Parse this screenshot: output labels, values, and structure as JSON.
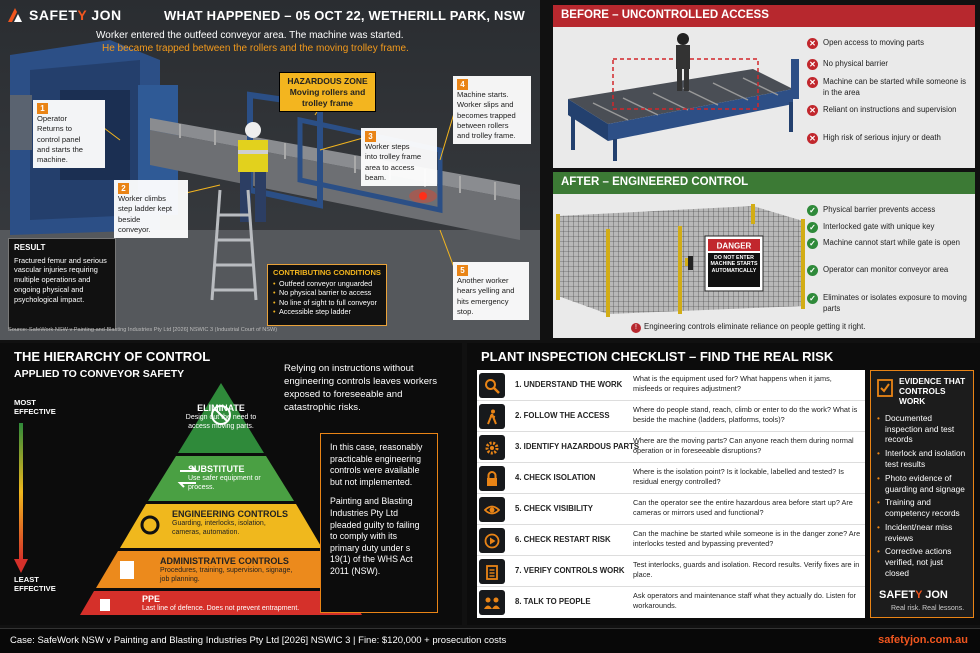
{
  "brand": {
    "name_a": "SAFET",
    "name_b": "Y",
    "name_c": " JON",
    "tagline": "Real risk. Real lessons.",
    "accent": "#f0561f"
  },
  "scene": {
    "title": "WHAT HAPPENED – 05 OCT 22, WETHERILL PARK, NSW",
    "sub1": "Worker entered the outfeed conveyor area. The machine was started.",
    "sub2": "He became trapped between the rollers and the moving trolley frame.",
    "hazard": {
      "line1": "HAZARDOUS ZONE",
      "line2": "Moving rollers and",
      "line3": "trolley frame"
    },
    "callouts": [
      {
        "num": "1",
        "text": "Operator Returns to control panel and starts the machine."
      },
      {
        "num": "2",
        "text": "Worker climbs step ladder kept beside conveyor."
      },
      {
        "num": "3",
        "text": "Worker steps into trolley frame area to access beam."
      },
      {
        "num": "4",
        "text": "Machine starts. Worker slips and becomes trapped between rollers and trolley frame."
      },
      {
        "num": "5",
        "text": "Another worker hears yelling and hits emergency stop."
      }
    ],
    "result": {
      "heading": "RESULT",
      "text": "Fractured femur and serious vascular injuries requiring multiple operations and ongoing physical and psychological impact."
    },
    "contributing": {
      "heading": "CONTRIBUTING CONDITIONS",
      "items": [
        "Outfeed conveyor unguarded",
        "No physical barrier to access",
        "No line of sight to full conveyor",
        "Accessible step ladder"
      ]
    },
    "source": "Source: SafeWork NSW v Painting and Blasting Industries Pty Ltd [2026] NSWIC 3 (Industrial Court of NSW)"
  },
  "before": {
    "heading": "BEFORE – UNCONTROLLED ACCESS",
    "items": [
      "Open access to moving parts",
      "No physical barrier",
      "Machine can be started while someone is in the area",
      "Reliant on instructions and supervision",
      "High risk of serious injury or death"
    ]
  },
  "after": {
    "heading": "AFTER – ENGINEERED CONTROL",
    "items": [
      "Physical barrier prevents access",
      "Interlocked gate with unique key",
      "Machine cannot start while gate is open",
      "Operator can monitor conveyor area",
      "Eliminates or isolates exposure to moving parts"
    ],
    "sign_title": "DANGER",
    "sign_text": "DO NOT ENTER MACHINE STARTS AUTOMATICALLY",
    "footer": "Engineering controls eliminate reliance on people getting it right."
  },
  "hierarchy": {
    "title1": "THE HIERARCHY OF CONTROL",
    "title2": "APPLIED TO CONVEYOR SAFETY",
    "most": "MOST EFFECTIVE",
    "least": "LEAST EFFECTIVE",
    "levels": [
      {
        "name": "ELIMINATE",
        "desc": "Design out the need to access moving parts.",
        "color": "#2f8a3a"
      },
      {
        "name": "SUBSTITUTE",
        "desc": "Use safer equipment or process.",
        "color": "#4aa043"
      },
      {
        "name": "ENGINEERING CONTROLS",
        "desc": "Guarding, interlocks, isolation, cameras, automation.",
        "color": "#f0b81d"
      },
      {
        "name": "ADMINISTRATIVE CONTROLS",
        "desc": "Procedures, training, supervision, signage, job planning.",
        "color": "#ec8a1c"
      },
      {
        "name": "PPE",
        "desc": "Last line of defence. Does not prevent entrapment.",
        "color": "#d5302a"
      }
    ],
    "rely": "Relying on instructions without engineering controls leaves workers exposed to foreseeable and catastrophic risks.",
    "case_p1": "In this case, reasonably practicable engineering controls were available but not implemented.",
    "case_p2": "Painting and Blasting Industries Pty Ltd pleaded guilty to failing to comply with its primary duty under s 19(1) of the WHS Act 2011 (NSW)."
  },
  "checklist": {
    "title": "PLANT INSPECTION CHECKLIST – FIND THE REAL RISK",
    "rows": [
      {
        "icon": "magnifier-icon",
        "label": "1.  UNDERSTAND THE WORK",
        "desc": "What is the equipment used for? What happens when it jams, misfeeds or requires adjustment?"
      },
      {
        "icon": "walking-person-icon",
        "label": "2.  FOLLOW THE ACCESS",
        "desc": "Where do people stand, reach, climb or enter to do the work? What is beside the machine (ladders, platforms, tools)?"
      },
      {
        "icon": "gear-icon",
        "label": "3.  IDENTIFY HAZARDOUS PARTS",
        "desc": "Where are the moving parts? Can anyone reach them during normal operation or in foreseeable disruptions?"
      },
      {
        "icon": "lock-icon",
        "label": "4.  CHECK ISOLATION",
        "desc": "Where is the isolation point? Is it lockable, labelled and tested? Is residual energy controlled?"
      },
      {
        "icon": "eye-icon",
        "label": "5.  CHECK VISIBILITY",
        "desc": "Can the operator see the entire hazardous area before start up? Are cameras or mirrors used and functional?"
      },
      {
        "icon": "play-icon",
        "label": "6.  CHECK RESTART RISK",
        "desc": "Can the machine be started while someone is in the danger zone? Are interlocks tested and bypassing prevented?"
      },
      {
        "icon": "clipboard-icon",
        "label": "7.  VERIFY CONTROLS WORK",
        "desc": "Test interlocks, guards and isolation. Record results. Verify fixes are in place."
      },
      {
        "icon": "people-icon",
        "label": "8.  TALK TO PEOPLE",
        "desc": "Ask operators and maintenance staff what they actually do. Listen for workarounds."
      }
    ],
    "evidence": {
      "heading": "EVIDENCE THAT CONTROLS WORK",
      "items": [
        "Documented inspection and test records",
        "Interlock and isolation test results",
        "Photo evidence of guarding and signage",
        "Training and competency records",
        "Incident/near miss reviews",
        "Corrective actions verified, not just closed"
      ]
    }
  },
  "footer": {
    "case": "Case: SafeWork NSW v Painting and Blasting Industries Pty Ltd [2026] NSWIC 3   |   Fine: $120,000 + prosecution costs",
    "url": "safetyjon.com.au"
  }
}
